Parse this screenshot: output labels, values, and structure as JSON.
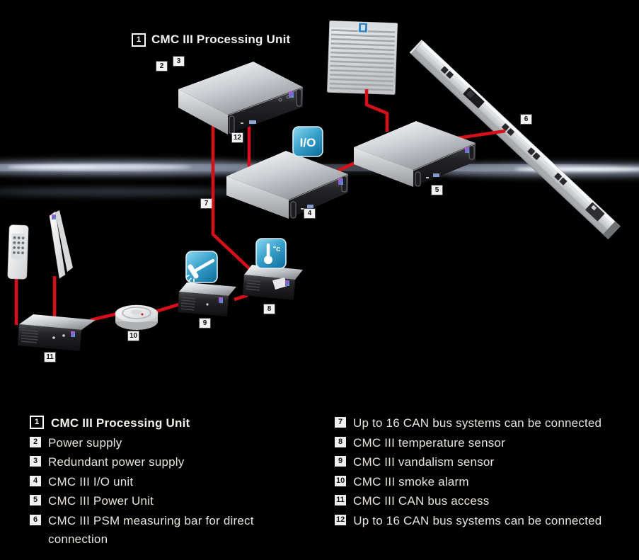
{
  "diagram": {
    "title": {
      "badge": "1",
      "text": "CMC III Processing Unit"
    },
    "badges": [
      {
        "n": "2"
      },
      {
        "n": "3"
      },
      {
        "n": "12"
      },
      {
        "n": "7"
      },
      {
        "n": "4"
      },
      {
        "n": "5"
      },
      {
        "n": "6"
      },
      {
        "n": "8"
      },
      {
        "n": "9"
      },
      {
        "n": "10"
      },
      {
        "n": "11"
      }
    ],
    "icons": {
      "io": "I/O",
      "temp": "°c"
    }
  },
  "legend": {
    "left": [
      {
        "num": "1",
        "text": "CMC III Processing Unit"
      },
      {
        "num": "2",
        "text": "Power supply"
      },
      {
        "num": "3",
        "text": "Redundant power supply"
      },
      {
        "num": "4",
        "text": "CMC III I/O unit"
      },
      {
        "num": "5",
        "text": "CMC III Power Unit"
      },
      {
        "num": "6",
        "text": "CMC III PSM measuring bar for direct connection"
      }
    ],
    "right": [
      {
        "num": "7",
        "text": "Up to 16 CAN bus systems can be connected"
      },
      {
        "num": "8",
        "text": "CMC III temperature sensor"
      },
      {
        "num": "9",
        "text": "CMC III vandalism sensor"
      },
      {
        "num": "10",
        "text": "CMC III smoke alarm"
      },
      {
        "num": "11",
        "text": "CMC III CAN bus access"
      },
      {
        "num": "12",
        "text": "Up to 16 CAN bus systems can be connected"
      }
    ]
  },
  "colors": {
    "background": "#000000",
    "cable_red": "#d5101a",
    "icon_blue_light": "#8ed8f0",
    "icon_blue_dark": "#1273a3",
    "legend_text": "#e8e4dc"
  }
}
